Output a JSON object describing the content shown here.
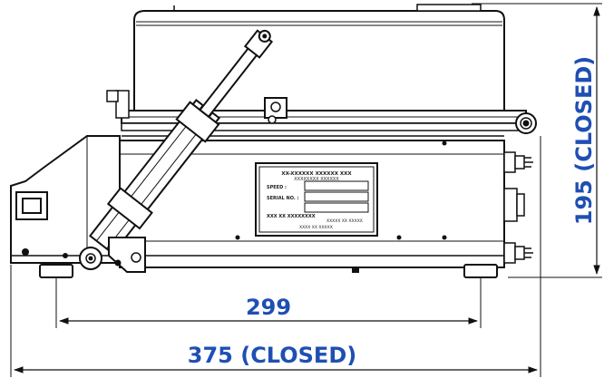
{
  "drawing": {
    "line_color": "#111111",
    "dimension_color": "#1f4fb3",
    "plate_text_color": "#222222"
  },
  "dimensions": {
    "height_closed": "195 (CLOSED)",
    "inner_width": "299",
    "overall_width_closed": "375 (CLOSED)"
  },
  "nameplate": {
    "lines": [
      "XX-XXXXXX XXXXXX XXX",
      "XXXXXXXX XXXXXX",
      "SPEED :",
      "SERIAL NO. :",
      "XXX XX XXXXXXXX",
      "XXXXX XX XXXXX",
      "XXXX XX XXXXX"
    ]
  }
}
